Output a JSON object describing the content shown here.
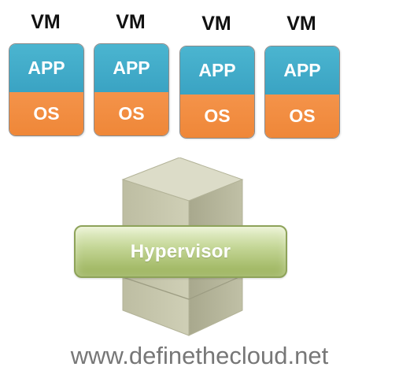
{
  "vms": [
    {
      "title": "VM",
      "app": "APP",
      "os": "OS"
    },
    {
      "title": "VM",
      "app": "APP",
      "os": "OS"
    },
    {
      "title": "VM",
      "app": "APP",
      "os": "OS"
    },
    {
      "title": "VM",
      "app": "APP",
      "os": "OS"
    }
  ],
  "hypervisor": {
    "label": "Hypervisor"
  },
  "footer": {
    "url": "www.definethecloud.net"
  },
  "colors": {
    "app_layer": "#3aa3c3",
    "os_layer": "#ef8738",
    "server_cube": "#c9c9ad",
    "hypervisor_bar": "#98b057"
  },
  "icons": {
    "server": "server-cube-icon"
  }
}
